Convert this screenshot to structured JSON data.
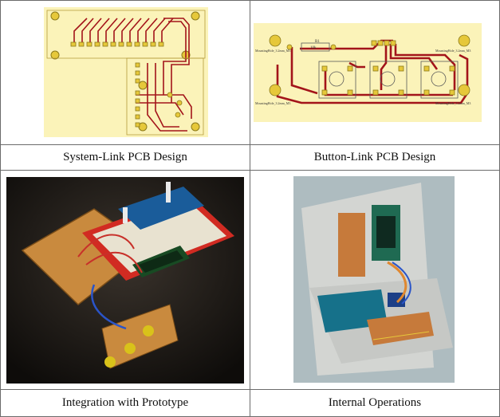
{
  "captions": {
    "top_left": "System-Link PCB Design",
    "top_right": "Button-Link PCB Design",
    "bottom_left": "Integration with Prototype",
    "bottom_right": "Internal Operations"
  },
  "pcb2_labels": {
    "r1": "R1",
    "value": "10k",
    "hole_tl": "MountingHole_3.2mm_M3",
    "hole_tr": "MountingHole_3.2mm_M3",
    "hole_bl": "MountingHole_3.2mm_M3",
    "hole_br": "MountingHole_3.2mm_M3"
  },
  "colors": {
    "pcb_bg": "#fbf3b9",
    "trace": "#a3141a",
    "pad": "#e6c83a"
  }
}
